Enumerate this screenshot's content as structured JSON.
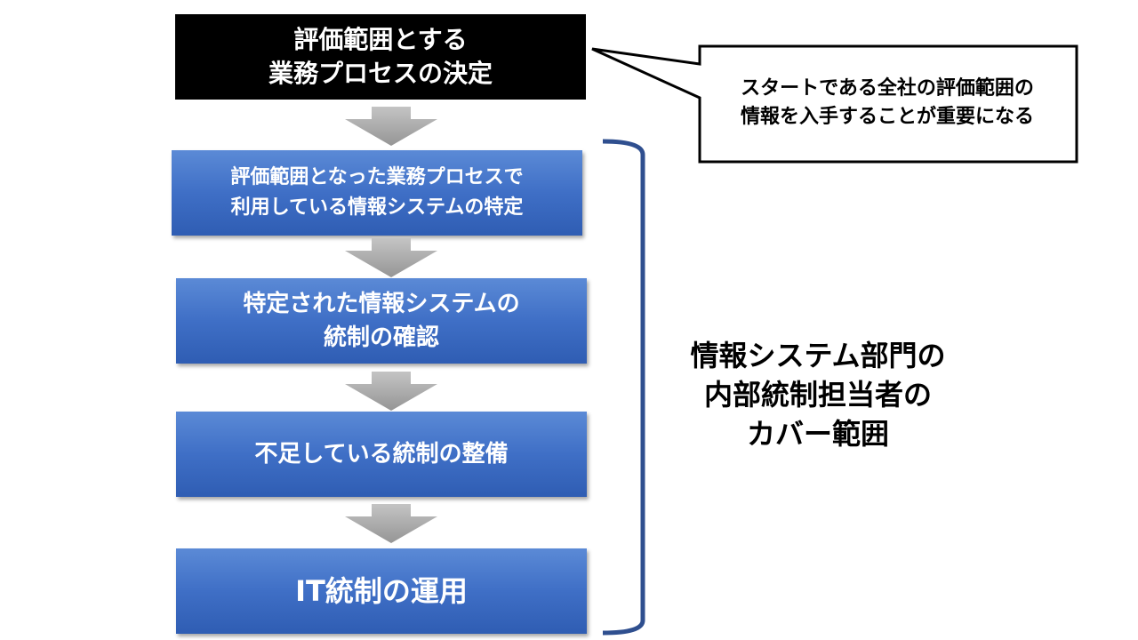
{
  "flow": {
    "steps": [
      {
        "label": "評価範囲とする\n業務プロセスの決定"
      },
      {
        "label": "評価範囲となった業務プロセスで\n利用している情報システムの特定"
      },
      {
        "label": "特定された情報システムの\n統制の確認"
      },
      {
        "label": "不足している統制の整備"
      },
      {
        "label": "IT統制の運用"
      }
    ]
  },
  "callout": {
    "text": "スタートである全社の評価範囲の\n情報を入手することが重要になる"
  },
  "scope": {
    "label": "情報システム部門の\n内部統制担当者の\nカバー範囲"
  },
  "colors": {
    "step_dark": "#000000",
    "step_blue": "#3f6fc6",
    "arrow": "#a6a6a6",
    "bracket": "#2f4f8f"
  }
}
